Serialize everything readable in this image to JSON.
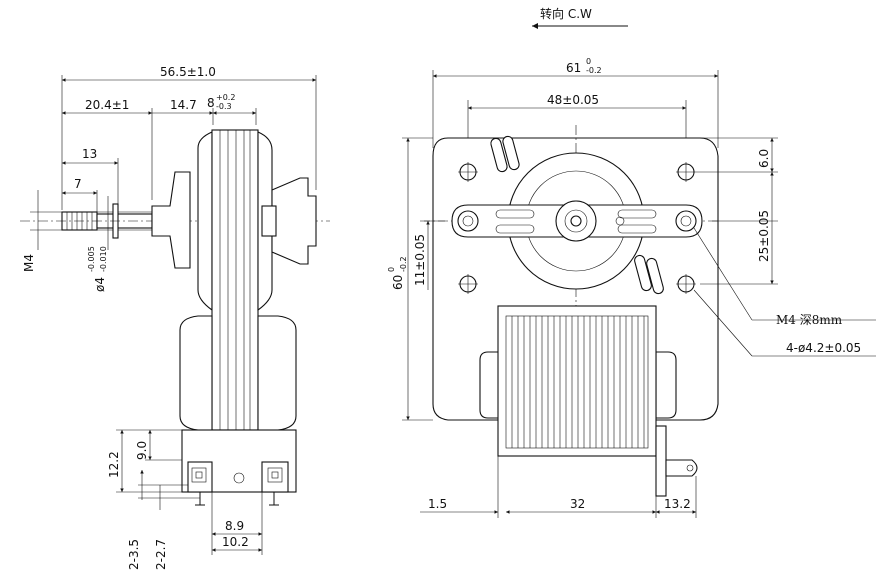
{
  "rotation_label": "转向 C.W",
  "side_view": {
    "dims": {
      "overall_length": "56.5±1.0",
      "shaft_extension": "20.4±1",
      "hub_offset": "14.7",
      "stator_width": "8",
      "stator_tol_upper": "+0.2",
      "stator_tol_lower": "-0.3",
      "shaft_13": "13",
      "shaft_7": "7",
      "thread": "M4",
      "shaft_dia": "ø4",
      "shaft_dia_tol_upper": "-0.005",
      "shaft_dia_tol_lower": "-0.010",
      "height_12_2": "12.2",
      "height_9_0": "9.0",
      "pin_2_3_5": "2-3.5",
      "pin_2_2_7": "2-2.7",
      "term_8_9": "8.9",
      "term_10_2": "10.2"
    }
  },
  "front_view": {
    "dims": {
      "width_61": "61",
      "width_61_tol_upper": "0",
      "width_61_tol_lower": "-0.2",
      "hole_spacing_48": "48±0.05",
      "height_60": "60",
      "height_60_tol_upper": "0",
      "height_60_tol_lower": "-0.2",
      "offset_11": "11±0.05",
      "top_6": "6.0",
      "spacing_25": "25±0.05",
      "bottom_1_5": "1.5",
      "coil_32": "32",
      "term_13_2": "13.2"
    },
    "callouts": {
      "m4_hole": "M4 深8mm",
      "holes": "4-ø4.2±0.05"
    }
  }
}
